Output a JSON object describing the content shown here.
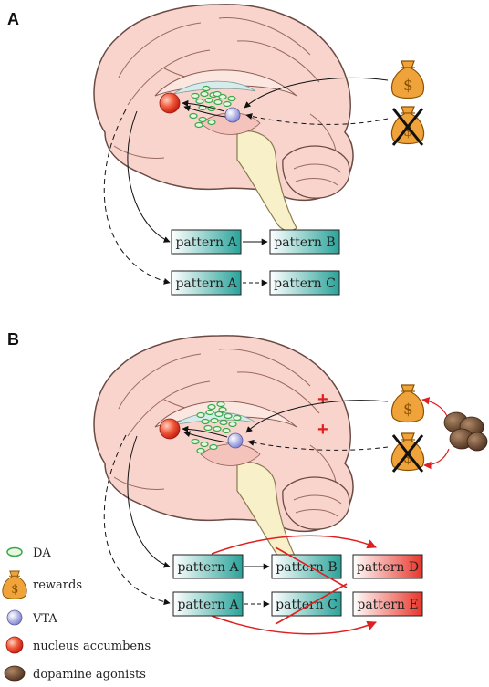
{
  "panels": {
    "a": {
      "label": "A",
      "rows": [
        {
          "left": "pattern A",
          "right": "pattern B",
          "arrow": "solid"
        },
        {
          "left": "pattern A",
          "right": "pattern C",
          "arrow": "dashed"
        }
      ]
    },
    "b": {
      "label": "B",
      "plus_1": "+",
      "plus_2": "+",
      "rows": [
        {
          "left": "pattern A",
          "middle": "pattern B",
          "right": "pattern D",
          "arrow": "solid"
        },
        {
          "left": "pattern A",
          "middle": "pattern C",
          "right": "pattern E",
          "arrow": "dashed"
        }
      ]
    }
  },
  "reward_symbol": "$",
  "legend": [
    {
      "label": "DA",
      "icon": "da-icon"
    },
    {
      "label": "rewards",
      "icon": "money-bag-icon"
    },
    {
      "label": "VTA",
      "icon": "vta-icon"
    },
    {
      "label": "nucleus accumbens",
      "icon": "nucleus-accumbens-icon"
    },
    {
      "label": "dopamine agonists",
      "icon": "dopamine-agonist-icon"
    }
  ],
  "colors": {
    "brain": "#f8d4cc",
    "brain_outline": "#6b4a44",
    "brainstem": "#f8f0c8",
    "teal": "#2aa39a",
    "red_box": "#e8352a",
    "red_arrow": "#e02020",
    "da": "#3aa84a",
    "vta": "#9b9ee0",
    "nac": "#e63a2a",
    "bag": "#f0a33a",
    "agonist": "#6b4a2e"
  }
}
